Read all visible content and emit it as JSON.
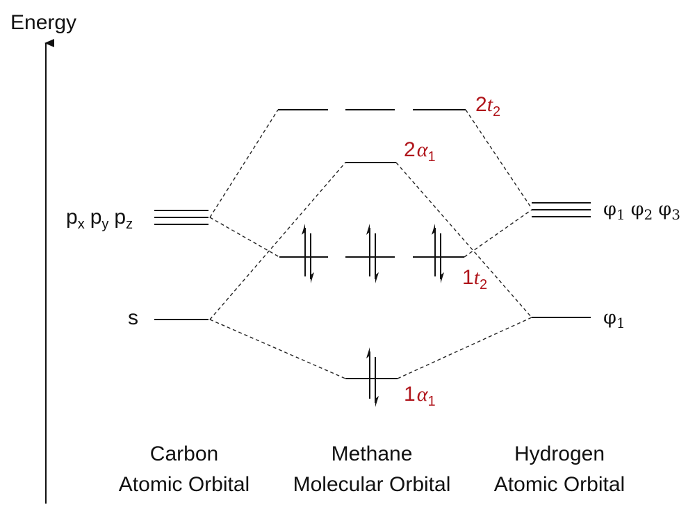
{
  "axis": {
    "label": "Energy"
  },
  "carbon": {
    "p_label": {
      "base": "p",
      "x": "x",
      "y": "y",
      "z": "z"
    },
    "s_label": "s",
    "caption_line1": "Carbon",
    "caption_line2": "Atomic Orbital"
  },
  "methane": {
    "caption_line1": "Methane",
    "caption_line2": "Molecular Orbital",
    "labels": {
      "t2_upper": {
        "num": "2",
        "sym": "t",
        "sub": "2"
      },
      "a1_upper": {
        "num": "2",
        "sym": "α",
        "sub": "1"
      },
      "t2_lower": {
        "num": "1",
        "sym": "t",
        "sub": "2"
      },
      "a1_lower": {
        "num": "1",
        "sym": "α",
        "sub": "1"
      }
    }
  },
  "hydrogen": {
    "phi_set": {
      "p1": "φ",
      "s1": "1",
      "p2": "φ",
      "s2": "2",
      "p3": "φ",
      "s3": "3"
    },
    "phi_single": {
      "p": "φ",
      "s": "1"
    },
    "caption_line1": "Hydrogen",
    "caption_line2": "Atomic Orbital"
  },
  "colors": {
    "mo_label": "#b0161c",
    "line": "#111111"
  }
}
